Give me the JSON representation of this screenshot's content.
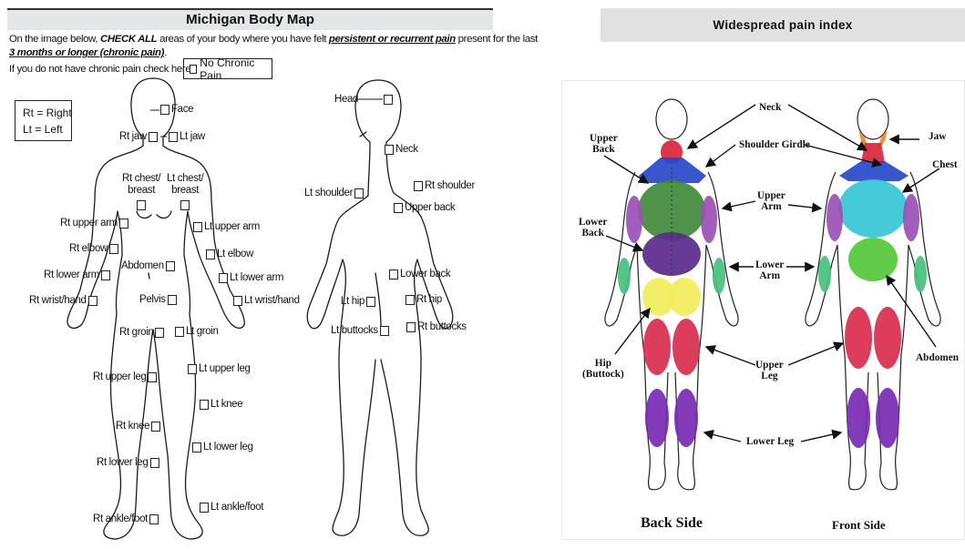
{
  "body_map": {
    "title": "Michigan Body Map",
    "instr_part1": "On the image below, ",
    "instr_check_all": "CHECK ALL",
    "instr_part2": " areas of your body where you have felt ",
    "instr_persistent": "persistent or recurrent pain",
    "instr_part3": " present for the last",
    "instr_duration": "3 months or longer (chronic pain)",
    "instr_period": ".",
    "no_pain_prompt": "If you do not have chronic pain check here:",
    "no_chronic_label": "No Chronic Pain",
    "legend_rt": "Rt = Right",
    "legend_lt": "Lt = Left",
    "front_labels": {
      "face": "Face",
      "rt_jaw": "Rt jaw",
      "lt_jaw": "Lt jaw",
      "rt_chest_1": "Rt chest/",
      "rt_chest_2": "breast",
      "lt_chest_1": "Lt chest/",
      "lt_chest_2": "breast",
      "rt_upper_arm": "Rt upper arm",
      "lt_upper_arm": "Lt upper arm",
      "rt_elbow": "Rt elbow",
      "lt_elbow": "Lt elbow",
      "abdomen": "Abdomen",
      "rt_lower_arm": "Rt lower arm",
      "lt_lower_arm": "Lt lower arm",
      "rt_wrist_hand": "Rt wrist/hand",
      "pelvis": "Pelvis",
      "lt_wrist_hand": "Lt wrist/hand",
      "rt_groin": "Rt groin",
      "lt_groin": "Lt groin",
      "lt_upper_leg": "Lt upper leg",
      "rt_upper_leg": "Rt upper leg",
      "lt_knee": "Lt knee",
      "rt_knee": "Rt knee",
      "lt_lower_leg": "Lt lower leg",
      "rt_lower_leg": "Rt lower leg",
      "lt_ankle_foot": "Lt ankle/foot",
      "rt_ankle_foot": "Rt ankle/foot"
    },
    "back_labels": {
      "head": "Head",
      "neck": "Neck",
      "lt_shoulder": "Lt shoulder",
      "rt_shoulder": "Rt shoulder",
      "upper_back": "Upper back",
      "lower_back": "Lower back",
      "lt_hip": "Lt hip",
      "rt_hip": "Rt hip",
      "lt_buttocks": "Lt buttocks",
      "rt_buttocks": "Rt buttocks"
    }
  },
  "pain_index": {
    "title": "Widespread pain index",
    "labels": {
      "neck": "Neck",
      "jaw": "Jaw",
      "shoulder_girdle": "Shoulder Girdle",
      "chest": "Chest",
      "upper_back_1": "Upper",
      "upper_back_2": "Back",
      "upper_arm_1": "Upper",
      "upper_arm_2": "Arm",
      "lower_back_1": "Lower",
      "lower_back_2": "Back",
      "lower_arm_1": "Lower",
      "lower_arm_2": "Arm",
      "abdomen": "Abdomen",
      "hip_1": "Hip",
      "hip_2": "(Buttock)",
      "upper_leg_1": "Upper",
      "upper_leg_2": "Leg",
      "lower_leg": "Lower Leg",
      "back_side": "Back Side",
      "front_side": "Front Side"
    },
    "region_colors": {
      "neck": "#d9263a",
      "shoulder_girdle": "#2748c9",
      "jaw": "#f08a24",
      "upper_back": "#3f8a3a",
      "chest": "#34c5d6",
      "upper_arm": "#9b4fb6",
      "lower_back": "#5a2a8c",
      "abdomen": "#53c83a",
      "lower_arm": "#48c07e",
      "hip": "#f0ee5a",
      "upper_leg": "#d82c4c",
      "lower_leg": "#7a2ab4"
    }
  }
}
